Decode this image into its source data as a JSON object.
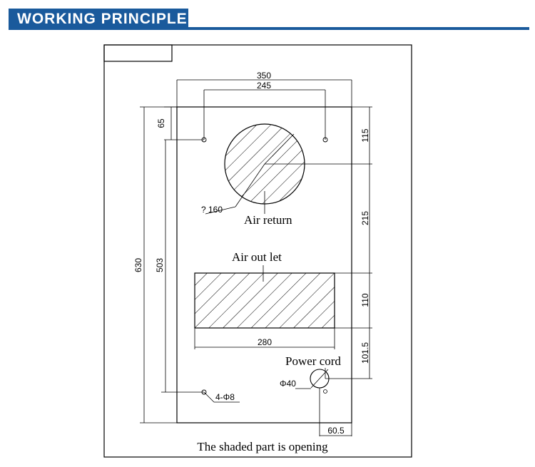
{
  "header": {
    "title": "WORKING PRINCIPLE"
  },
  "dims": {
    "overall_width": "350",
    "hole_spacing": "245",
    "top_offset": "65",
    "right_top": "115",
    "right_mid": "215",
    "right_outlet": "110",
    "right_low": "101.5",
    "overall_height": "630",
    "hole_height": "503",
    "outlet_width": "280",
    "cord_offset": "60.5"
  },
  "labels": {
    "return_diameter": "? 160",
    "air_return": "Air return",
    "air_outlet": "Air out let",
    "power_cord": "Power cord",
    "cord_diameter": "Φ40",
    "mount_holes": "4-Φ8",
    "caption": "The shaded part is opening"
  }
}
